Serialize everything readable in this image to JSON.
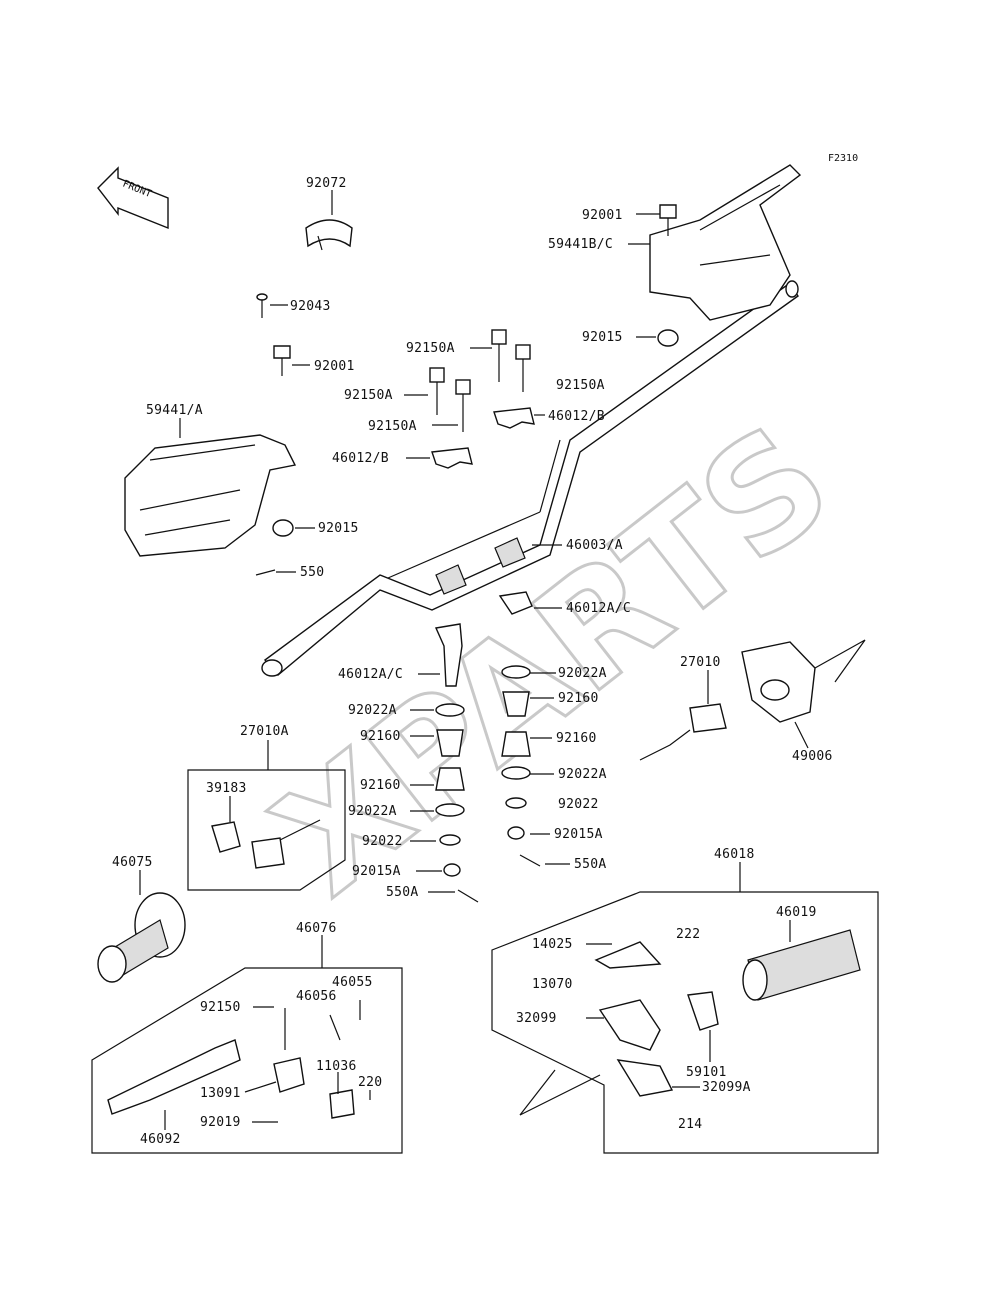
{
  "figure_code": "F2310",
  "watermark": "XPARTS",
  "direction_label": "FRONT",
  "labels": {
    "l_92072": "92072",
    "l_92001_r": "92001",
    "l_59441bc": "59441B/C",
    "l_92015_r": "92015",
    "l_92043": "92043",
    "l_92001_l": "92001",
    "l_92150a_1": "92150A",
    "l_92150a_2": "92150A",
    "l_92150a_3": "92150A",
    "l_92150a_4": "92150A",
    "l_46012b_r": "46012/B",
    "l_46012b_l": "46012/B",
    "l_59441a": "59441/A",
    "l_92015_l": "92015",
    "l_550": "550",
    "l_46003a": "46003/A",
    "l_46012ac_r": "46012A/C",
    "l_46012ac_l": "46012A/C",
    "l_92022a_r1": "92022A",
    "l_92160_r1": "92160",
    "l_92160_r2": "92160",
    "l_92022a_r2": "92022A",
    "l_92022_r": "92022",
    "l_92015a_r": "92015A",
    "l_550a_r": "550A",
    "l_92022a_l1": "92022A",
    "l_92160_l1": "92160",
    "l_92160_l2": "92160",
    "l_92022a_l2": "92022A",
    "l_92022_l": "92022",
    "l_92015a_l": "92015A",
    "l_550a_l": "550A",
    "l_27010a": "27010A",
    "l_39183": "39183",
    "l_27010": "27010",
    "l_49006": "49006",
    "l_46075": "46075",
    "l_46076": "46076",
    "l_92150": "92150",
    "l_46056": "46056",
    "l_46055": "46055",
    "l_11036": "11036",
    "l_13091": "13091",
    "l_220": "220",
    "l_92019": "92019",
    "l_46092": "46092",
    "l_46018": "46018",
    "l_14025": "14025",
    "l_222": "222",
    "l_46019": "46019",
    "l_13070": "13070",
    "l_32099": "32099",
    "l_59101": "59101",
    "l_32099a": "32099A",
    "l_214": "214"
  }
}
